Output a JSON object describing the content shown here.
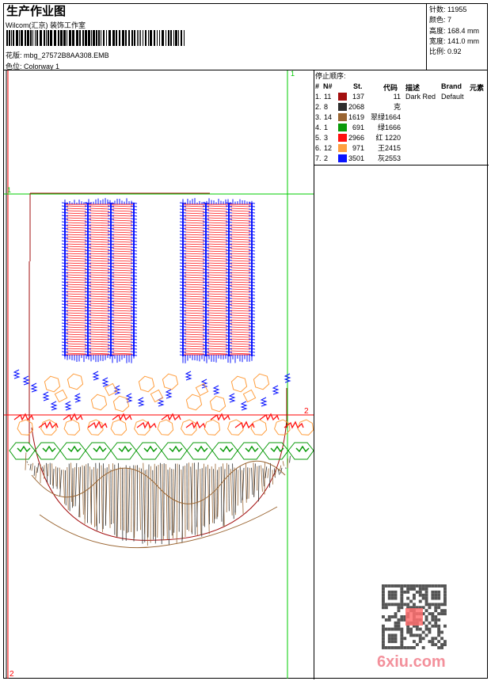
{
  "header": {
    "title": "生产作业图",
    "company": "Wilcom(汇京) 装饰工作室",
    "design_label": "花版:",
    "design_file": "mbg_27572B8AA308.EMB",
    "colorway_label": "色位:",
    "colorway": "Colorway 1"
  },
  "info": {
    "stitches": "针数: 11955",
    "colors": "颜色: 7",
    "height": "高度: 168.4 mm",
    "width": "宽度: 141.0 mm",
    "scale": "比例: 0.92"
  },
  "stop_sequence": {
    "title": "停止顺序:",
    "columns": [
      "#",
      "N#",
      "St.",
      "代码",
      "描述",
      "Brand",
      "元素"
    ],
    "rows": [
      {
        "idx": "1.",
        "n": "11",
        "color": "#a30f0f",
        "st": "137",
        "code": "11",
        "desc": "Dark Red",
        "brand": "Default"
      },
      {
        "idx": "2.",
        "n": "8",
        "color": "#2e2e2e",
        "st": "2068",
        "code": "克",
        "desc": "",
        "brand": ""
      },
      {
        "idx": "3.",
        "n": "14",
        "color": "#9a6532",
        "st": "1619",
        "code": "翠绿1664",
        "desc": "",
        "brand": ""
      },
      {
        "idx": "4.",
        "n": "1",
        "color": "#0a9a0a",
        "st": "691",
        "code": "绿1666",
        "desc": "",
        "brand": ""
      },
      {
        "idx": "5.",
        "n": "3",
        "color": "#ff1010",
        "st": "2966",
        "code": "红 1220",
        "desc": "",
        "brand": ""
      },
      {
        "idx": "6.",
        "n": "12",
        "color": "#ff9f40",
        "st": "971",
        "code": "王2415",
        "desc": "",
        "brand": ""
      },
      {
        "idx": "7.",
        "n": "2",
        "color": "#0a14ff",
        "st": "3501",
        "code": "灰2553",
        "desc": "",
        "brand": ""
      }
    ]
  },
  "canvas": {
    "marker_green_1": "1",
    "marker_green_1b": "1",
    "marker_red_2": "2",
    "marker_red_2b": "2"
  },
  "watermark": {
    "logo_text": "6xiu.com",
    "stamp_text": "以图制版"
  }
}
